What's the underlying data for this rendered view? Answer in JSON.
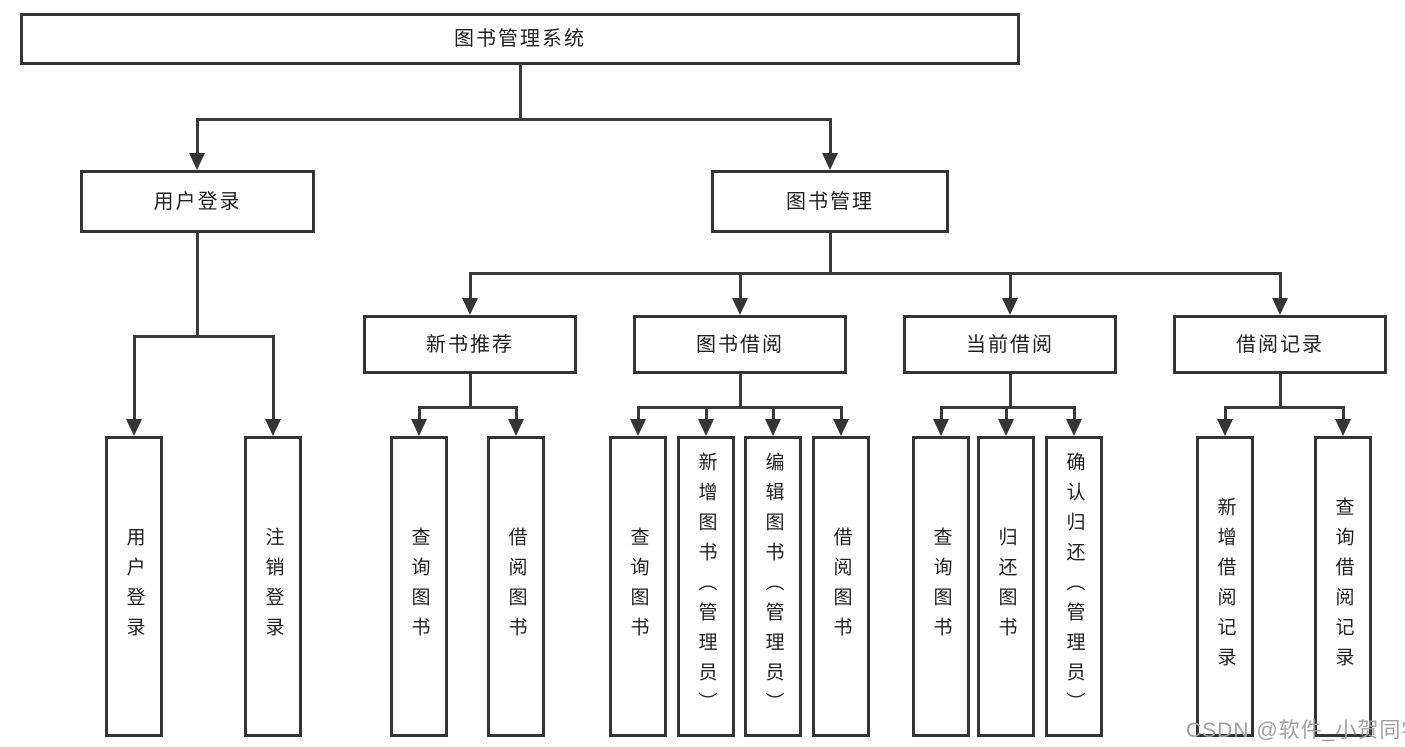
{
  "diagram": {
    "root": {
      "label": "图书管理系统"
    },
    "branches": [
      {
        "label": "用户登录",
        "children": [
          "用户登录",
          "注销登录"
        ]
      },
      {
        "label": "图书管理",
        "sections": [
          {
            "label": "新书推荐",
            "children": [
              "查询图书",
              "借阅图书"
            ]
          },
          {
            "label": "图书借阅",
            "children": [
              "查询图书",
              "新增图书（管理员）",
              "编辑图书（管理员）",
              "借阅图书"
            ]
          },
          {
            "label": "当前借阅",
            "children": [
              "查询图书",
              "归还图书",
              "确认归还（管理员）"
            ]
          },
          {
            "label": "借阅记录",
            "children": [
              "新增借阅记录",
              "查询借阅记录"
            ]
          }
        ]
      }
    ]
  },
  "watermark": {
    "text": "CSDN @软件_小贺同学"
  },
  "colors": {
    "line": "#3a3a3c",
    "box_border": "#333436",
    "text": "#1f1f1f",
    "background": "#ffffff",
    "watermark": "#9fa0a2"
  }
}
